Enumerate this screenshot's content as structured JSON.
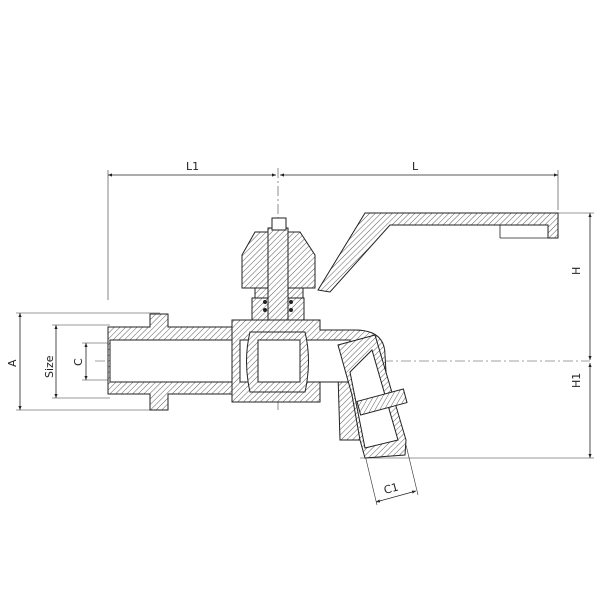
{
  "drawing": {
    "title": "Ball valve bibcock with hose outlet - sectional dimension drawing",
    "dimensions": {
      "L1": "L1",
      "L": "L",
      "H": "H",
      "H1": "H1",
      "A": "A",
      "Size": "Size",
      "C": "C",
      "C1": "C1"
    }
  }
}
